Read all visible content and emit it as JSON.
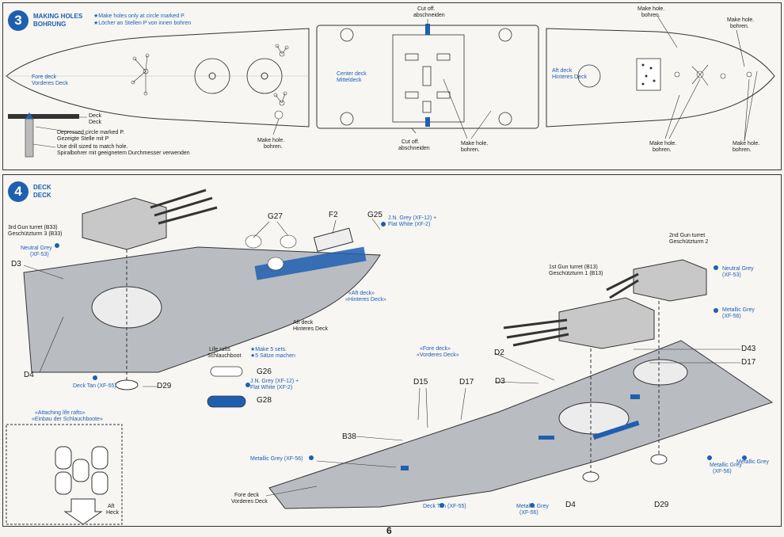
{
  "page_number": "6",
  "step3": {
    "number": "3",
    "title_en": "MAKING HOLES",
    "title_de": "BOHRUNG",
    "note_en": "★Make holes only at circle marked P.",
    "note_de": "★Löcher an Stellen P von innen bohren",
    "fore_deck_en": "Fore deck",
    "fore_deck_de": "Vorderes Deck",
    "center_deck_en": "Center deck",
    "center_deck_de": "Mitteldeck",
    "aft_deck_en": "Aft deck",
    "aft_deck_de": "Hinteres Deck",
    "deck_en": "Deck",
    "deck_de": "Deck",
    "depressed_en": "Depressed circle marked P.",
    "depressed_de": "Gezeigte Stelle mit P",
    "drill_en": "Use drill sized to match hole.",
    "drill_de": "Spiralbohrer mit geeignetem Durchmesser verwenden",
    "cut_off_en": "Cut off.",
    "cut_off_de": "abschneiden",
    "make_hole_en": "Make hole.",
    "make_hole_de": "bohren."
  },
  "step4": {
    "number": "4",
    "title_en": "DECK",
    "title_de": "DECK",
    "gun3_en": "3rd Gun turret (B33)",
    "gun3_de": "Geschützturm 3 (B33)",
    "neutral_grey_en": "Neutral Grey",
    "neutral_grey_code": "(XF-53)",
    "neutral_grey_full": "Neutral Grey",
    "d3": "D3",
    "d4": "D4",
    "d29": "D29",
    "deck_tan": "Deck Tan (XF-55)",
    "g27": "G27",
    "f2": "F2",
    "g25": "G25",
    "jn_grey": "J.N. Grey (XF-12) +",
    "flat_white": "Flat White (XF-2)",
    "aft_deck_en": "Aft deck",
    "aft_deck_de": "Hinteres Deck",
    "aft_deck_marker_en": "«Aft deck»",
    "aft_deck_marker_de": "«Hinteres Deck»",
    "life_rafts_en": "Life rafts",
    "life_rafts_de": "Schlauchboot",
    "make5_en": "★Make 5 sets.",
    "make5_de": "★5 Sätze machen",
    "g26": "G26",
    "g28": "G28",
    "attaching_en": "«Attaching life rafts»",
    "attaching_de": "«Einbau der Schlauchboote»",
    "aft_label_en": "Aft",
    "aft_label_de": "Heck",
    "gun2_en": "2nd Gun turret",
    "gun2_de": "Geschützturm 2",
    "gun1_en": "1st Gun turret (B13)",
    "gun1_de": "Geschützturm 1 (B13)",
    "xf53": "(XF-53)",
    "metallic_grey": "Metallic Grey",
    "metallic_grey_code": "(XF-56)",
    "metallic_grey_full": "Metallic Grey (XF-56)",
    "fore_deck_marker_en": "«Fore deck»",
    "fore_deck_marker_de": "«Vorderes Deck»",
    "d2": "D2",
    "d15": "D15",
    "d17": "D17",
    "d43": "D43",
    "b38": "B38",
    "fore_deck_en": "Fore deck",
    "fore_deck_de": "Vorderes Deck"
  }
}
